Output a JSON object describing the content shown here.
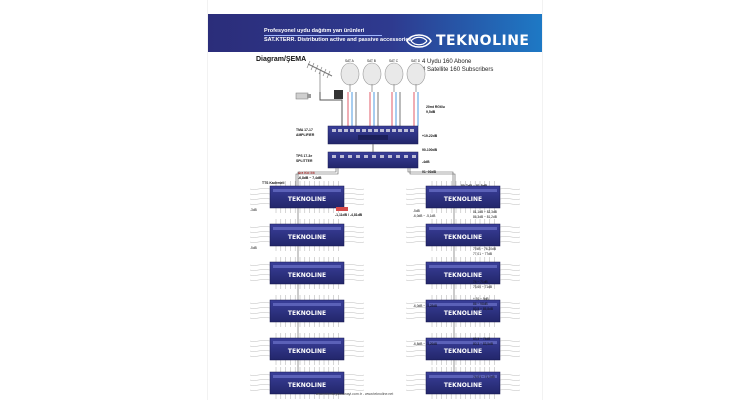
{
  "header": {
    "line1": "Profesyonel uydu dağıtım yan ürünleri",
    "line2": "SAT.KTERR. Distribution active and passive accessories",
    "brand": "TEKNOLINE"
  },
  "title": "Diagram/ŞEMA",
  "subscribers": {
    "tr": "4 Uydu 160 Abone",
    "en": "4 Satellite 160 Subscribers"
  },
  "diagram": {
    "satellites": [
      "SAT A",
      "SAT B",
      "SAT C",
      "SAT D"
    ],
    "amplifier": {
      "name": "TMA 17-17",
      "type": "AMPLIFIER",
      "gain": "+19-22dB",
      "out": "90-100dB"
    },
    "splitter": {
      "name": "TPS 17-3e",
      "type": "SPLITTER",
      "left_level": "-6,8dB ~ 7,4dB",
      "right_level": "91~93dB",
      "loss": "-4dB"
    },
    "top_note": "20mt RG6/u",
    "top_note_2": "9,5dB",
    "cable_note": "Ara Kbl 5/6",
    "left_cascade_label": "TTS Kademeli",
    "left_branch_value": "-1,11dB / -4,81dB",
    "multiswitch_brand": "TEKNOLINE",
    "left_levels": [
      "81,7dB ~ 85,10dB",
      "-3dB",
      "-5dB"
    ],
    "right_levels": [
      "80,7dB ~ 81,8dB",
      "-5dB",
      "-6,0dB ~ -5,1dB",
      "81,1dB ~ 82,3dB",
      "86,3dB ~ 81,2dB",
      "77dB ~ 76,20dB",
      "77,01 ~ 77dB",
      "74 ~ 71dB",
      "73,60 ~ 71dB",
      "-6,0dB ~ -1,28dB",
      "-6,8dB ~ -1,26dB",
      "74,01 ~ 71,3dB"
    ],
    "right_extra_levels": [
      "+ 91 ~ 9dB",
      "86 ~ 98dB",
      "83,5 ~ 85,8dB",
      "83,3 ~ 74dB",
      "80,3 ~ 83,5dB"
    ]
  },
  "footer": "www.teknikuydusanayi.com.tr - www.teknoline.net"
}
